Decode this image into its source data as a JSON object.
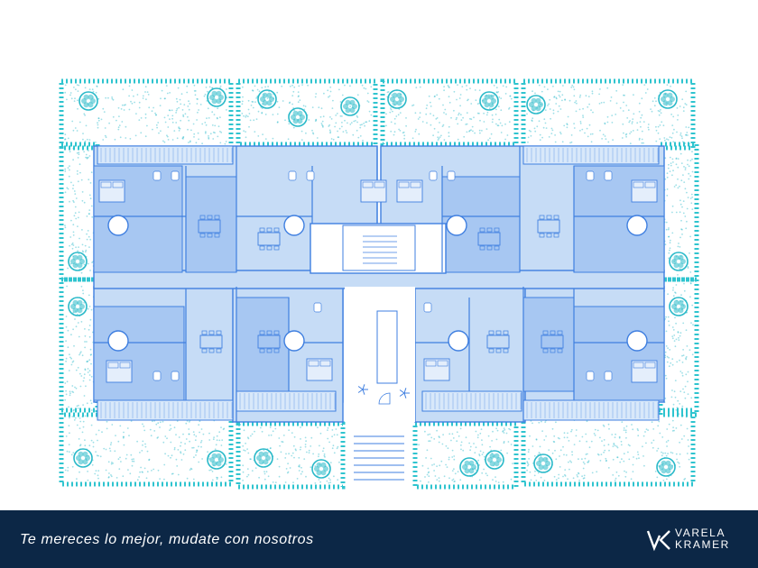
{
  "footer": {
    "slogan": "Te mereces lo mejor, mudate con nosotros",
    "background_color": "#0c2746"
  },
  "logo": {
    "line1": "VARELA",
    "line2": "KRAMER"
  },
  "colors": {
    "garden_border": "#2fc4cf",
    "plants": "#29b9c9",
    "building_fill": "#c6dcf6",
    "building_fill_dark": "#a7c7f2",
    "wall": "#3f7fe0"
  }
}
